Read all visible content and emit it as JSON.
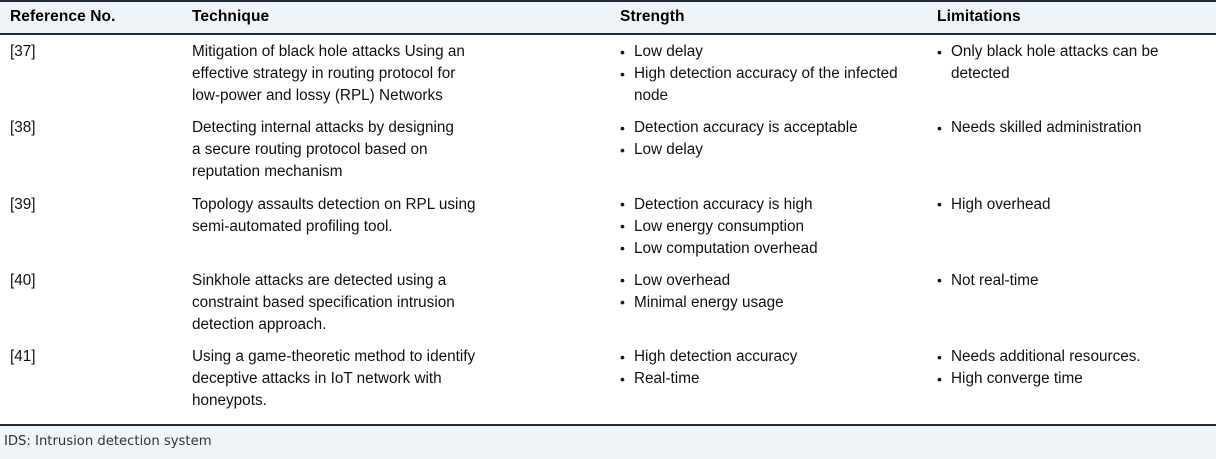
{
  "table": {
    "columns": [
      {
        "key": "reference",
        "label": "Reference No."
      },
      {
        "key": "technique",
        "label": "Technique"
      },
      {
        "key": "strength",
        "label": "Strength"
      },
      {
        "key": "limitations",
        "label": "Limitations"
      }
    ],
    "rows": [
      {
        "reference": "[37]",
        "technique_lines": [
          "Mitigation of black hole attacks Using an",
          "effective strategy in routing protocol for",
          "low-power and lossy (RPL) Networks"
        ],
        "strength": [
          "Low delay",
          "High detection accuracy of the infected node"
        ],
        "limitations": [
          "Only black hole attacks can be detected"
        ]
      },
      {
        "reference": "[38]",
        "technique_lines": [
          "Detecting internal attacks by designing",
          "a secure routing protocol based on",
          "reputation mechanism"
        ],
        "strength": [
          "Detection accuracy is acceptable",
          "Low delay"
        ],
        "limitations": [
          "Needs skilled administration"
        ]
      },
      {
        "reference": "[39]",
        "technique_lines": [
          "Topology assaults detection on RPL using",
          "semi-automated profiling tool."
        ],
        "strength": [
          "Detection accuracy is high",
          "Low energy consumption",
          "Low computation overhead"
        ],
        "limitations": [
          "High overhead"
        ]
      },
      {
        "reference": "[40]",
        "technique_lines": [
          "Sinkhole attacks are detected using a",
          "constraint based specification intrusion",
          "detection approach."
        ],
        "strength": [
          "Low overhead",
          "Minimal energy usage"
        ],
        "limitations": [
          "Not real-time"
        ]
      },
      {
        "reference": "[41]",
        "technique_lines": [
          "Using a game-theoretic method to identify",
          "deceptive attacks in IoT network with",
          "honeypots."
        ],
        "strength": [
          "High detection accuracy",
          "Real-time"
        ],
        "limitations": [
          "Needs additional resources.",
          "High converge time"
        ]
      }
    ],
    "note": "IDS: Intrusion detection system"
  },
  "colors": {
    "header_background": "#eef4f8",
    "rule": "#1d2a3a",
    "text": "#111111",
    "note_text": "#333333"
  }
}
